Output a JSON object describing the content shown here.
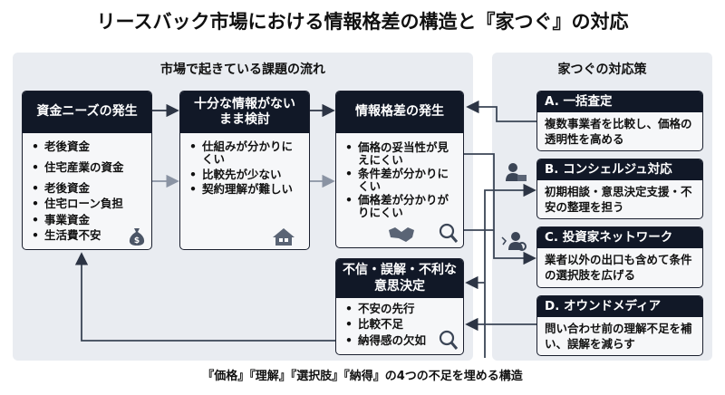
{
  "title": "リースバック市場における情報格差の構造と『家つぐ』の対応",
  "left_panel": {
    "heading": "市場で起きている課題の流れ",
    "boxes": [
      {
        "title": "資金ニーズの発生",
        "items": [
          "老後資金",
          "住宅産業の資金",
          "老後資金",
          "住宅ローン負担",
          "事業資金",
          "生活費不安"
        ],
        "icon": "money-bag-icon"
      },
      {
        "title": "十分な情報がないまま検討",
        "items": [
          "仕組みが分かりにくい",
          "比較先が少ない",
          "契約理解が難しい"
        ],
        "icon": "house-icon"
      },
      {
        "title": "情報格差の発生",
        "items": [
          "価格の妥当性が見えにくい",
          "条件差が分かりにくい",
          "価格差が分かりがりにくい"
        ],
        "icon": "handshake-icon"
      },
      {
        "title": "不信・誤解・不利な意思決定",
        "items": [
          "不安の先行",
          "比較不足",
          "納得感の欠如"
        ],
        "icon": "search-icon"
      }
    ]
  },
  "right_panel": {
    "heading": "家つぐの対応策",
    "items": [
      {
        "title": "A. 一括査定",
        "desc": "複数事業者を比較し、価格の透明性を高める"
      },
      {
        "title": "B. コンシェルジュ対応",
        "desc": "初期相談・意思決定支援・不安の整理を担う",
        "icon": "concierge-icon"
      },
      {
        "title": "C. 投資家ネットワーク",
        "desc": "業者以外の出口も含めて条件の選択肢を広げる",
        "icon": "network-icon"
      },
      {
        "title": "D. オウンドメディア",
        "desc": "問い合わせ前の理解不足を補い、誤解を減らす"
      }
    ]
  },
  "footer": "『価格』『理解』『選択肢』『納得』の4つの不足を埋める構造",
  "colors": {
    "dark": "#111827",
    "panel": "#e9ecf1",
    "arrow": "#3b4556"
  }
}
